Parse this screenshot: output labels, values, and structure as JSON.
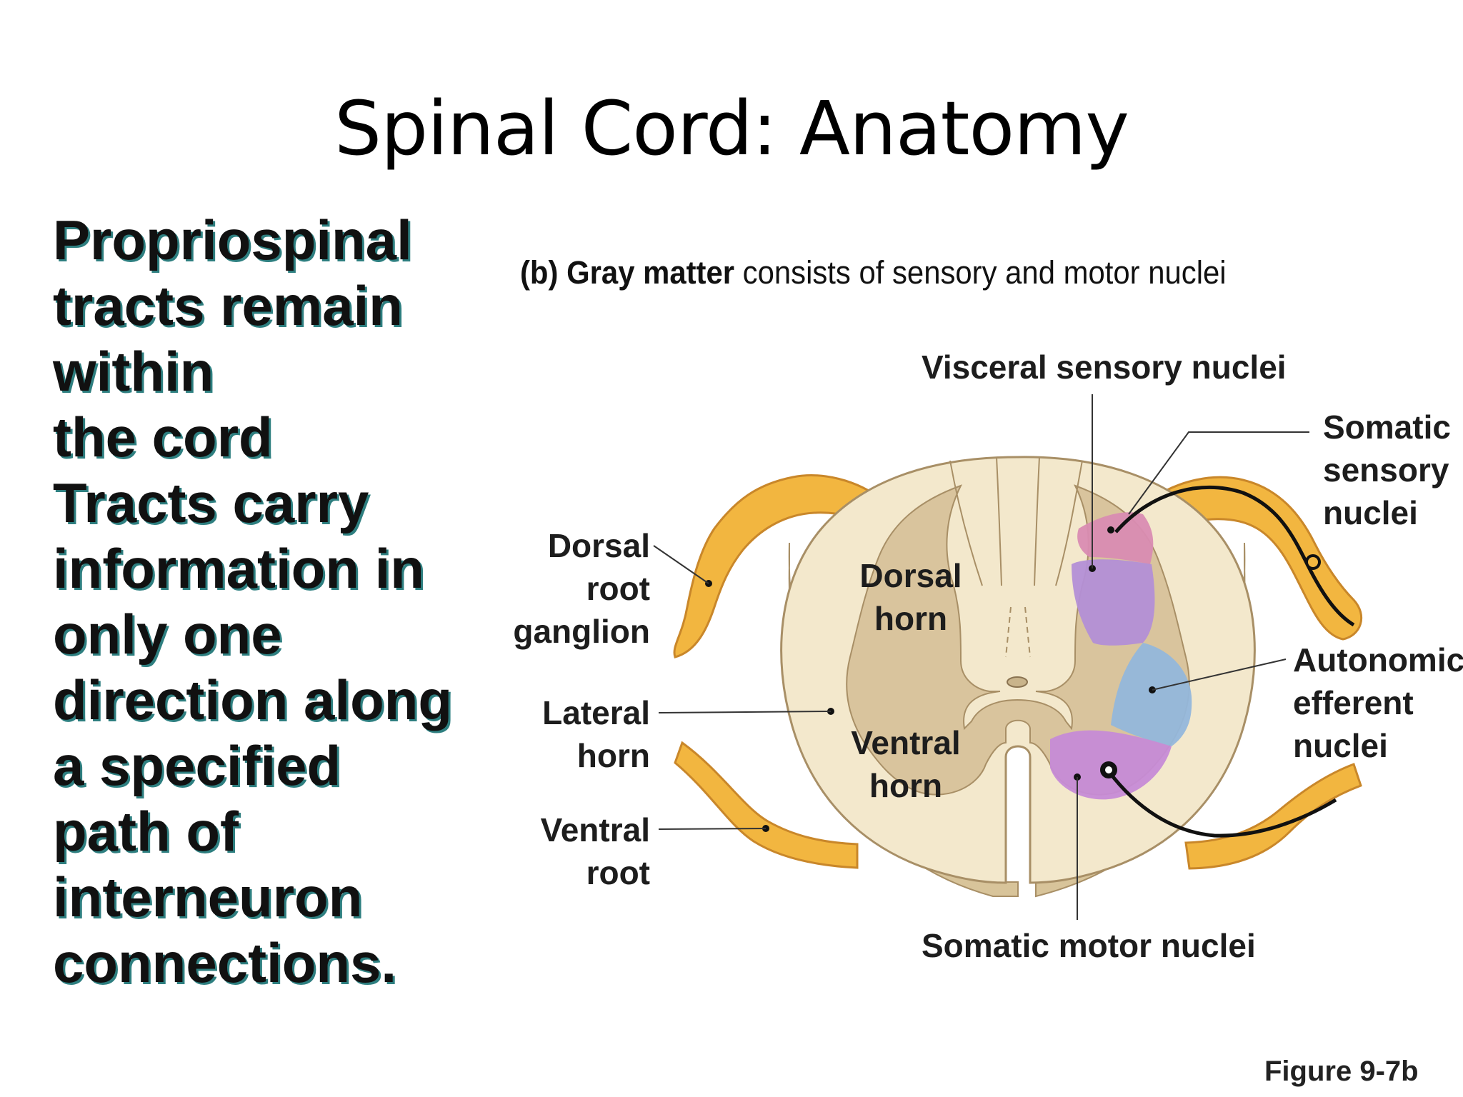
{
  "title": "Spinal Cord: Anatomy",
  "body_lines": [
    "Propriospinal",
    "tracts remain",
    "within",
    "the cord",
    "Tracts carry",
    "information in",
    "only one",
    "direction along",
    "a specified",
    "path of",
    "interneuron",
    "connections."
  ],
  "figure": {
    "heading_prefix": "(b)",
    "heading_bold": "Gray matter",
    "heading_rest": "consists of sensory and motor nuclei",
    "labels": {
      "visceral_sensory": "Visceral sensory nuclei",
      "somatic_sensory": [
        "Somatic",
        "sensory",
        "nuclei"
      ],
      "dorsal_root_ganglion": [
        "Dorsal",
        "root",
        "ganglion"
      ],
      "dorsal_horn": [
        "Dorsal",
        "horn"
      ],
      "lateral_horn": [
        "Lateral",
        "horn"
      ],
      "ventral_horn": [
        "Ventral",
        "horn"
      ],
      "ventral_root": [
        "Ventral",
        "root"
      ],
      "autonomic_efferent": [
        "Autonomic",
        "efferent",
        "nuclei"
      ],
      "somatic_motor": "Somatic motor nuclei"
    },
    "colors": {
      "white_matter": "#f3e8cc",
      "gray_matter": "#d9c49d",
      "root": "#f2b640",
      "somatic_sensory": "#d98cb2",
      "visceral_sensory": "#b38fd6",
      "autonomic_efferent": "#93b7db",
      "somatic_motor": "#c68bd6"
    }
  },
  "figure_ref": "Figure 9-7b"
}
